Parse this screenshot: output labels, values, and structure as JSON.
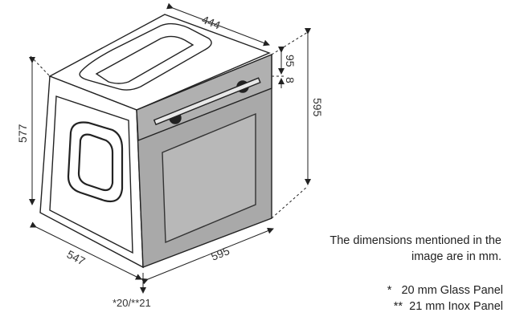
{
  "dimensions": {
    "depth_top": "444",
    "height_body": "577",
    "depth_side": "547",
    "width_front": "595",
    "height_front": "595",
    "panel_top": "95",
    "gap": "8",
    "panel_thickness": "*20/**21"
  },
  "notes": {
    "line1": "The dimensions mentioned in the",
    "line2": "image are in mm.",
    "footnote1_mark": "*",
    "footnote1": "20 mm Glass Panel",
    "footnote2_mark": "**",
    "footnote2": "21 mm Inox Panel"
  },
  "colors": {
    "panel": "#a9a9a9",
    "window": "#b8b8b8",
    "line": "#222222"
  }
}
